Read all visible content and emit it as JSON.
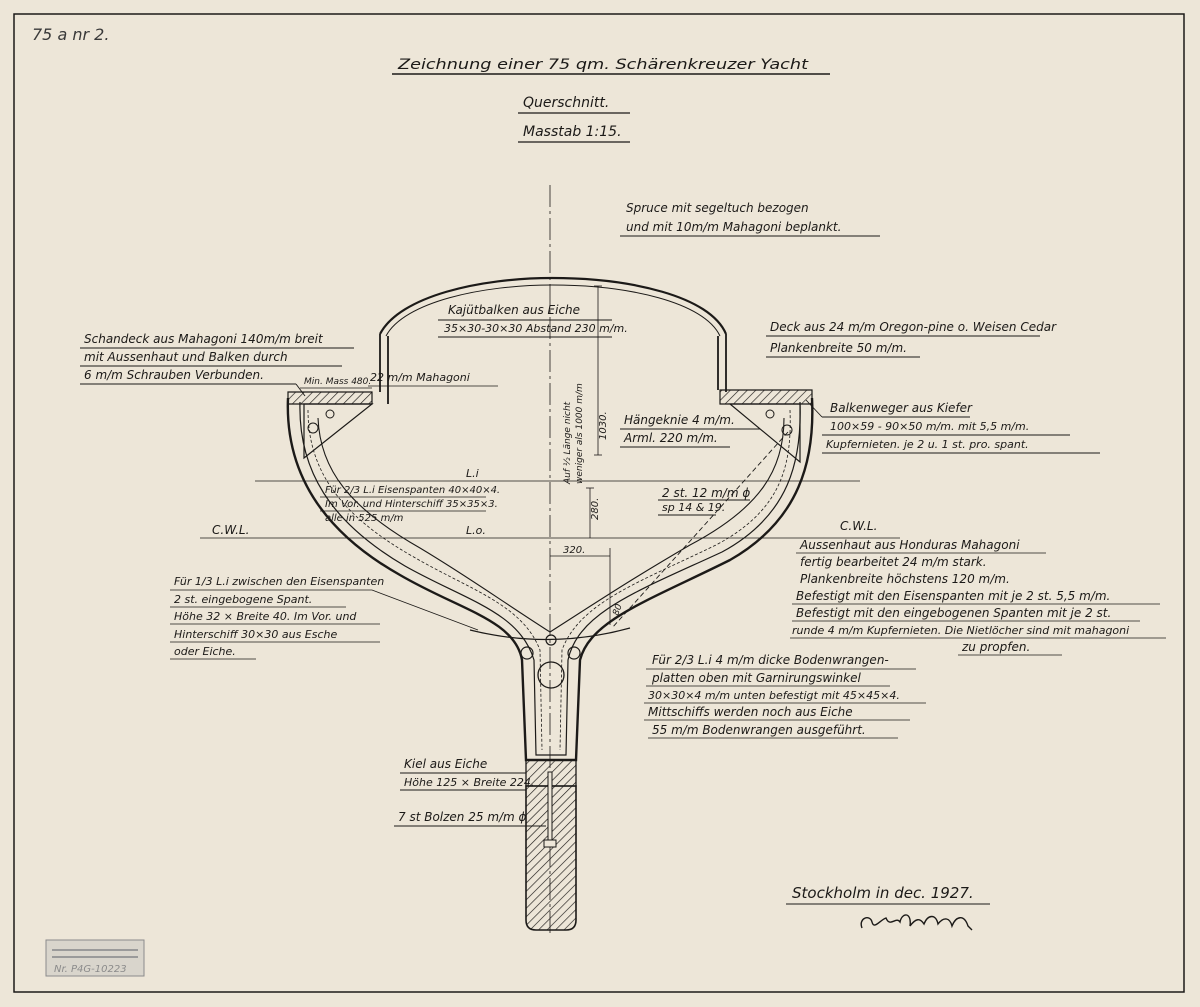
{
  "sheet_number": "75 a nr 2.",
  "title": "Zeichnung einer 75 qm. Schärenkreuzer Yacht",
  "view": "Querschnitt.",
  "scale": "Masstab 1:15.",
  "deck_right": {
    "line1": "Spruce mit segeltuch bezogen",
    "line2": "und mit 10m/m Mahagoni beplankt."
  },
  "cabin_beam": {
    "line1": "Kajütbalken aus Eiche",
    "line2": "35×30-30×30 Abstand 230 m/m."
  },
  "sheer_strake": {
    "line1": "Schandeck aus Mahagoni 140m/m breit",
    "line2": "mit Aussenhaut und Balken durch",
    "line3": "6 m/m Schrauben Verbunden."
  },
  "min_mass": "Min. Mass 480.",
  "mahogany_22": "22 m/m Mahagoni",
  "deck_left": {
    "line1": "Deck aus 24 m/m Oregon-pine o. Weisen Cedar",
    "line2": "Plankenbreite 50 m/m."
  },
  "knee": {
    "line1": "Hängeknie 4 m/m.",
    "line2": "Arml. 220 m/m."
  },
  "beam_shelf": {
    "line1": "Balkenweger aus Kiefer",
    "line2": "100×59 - 90×50 m/m. mit 5,5 m/m.",
    "line3": "Kupfernieten. je 2 u. 1 st. pro. spant."
  },
  "vertical_note": {
    "line1": "Auf ½ Länge nicht",
    "line2": "weniger als 1000 m/m"
  },
  "dimensions": {
    "d1030": "1030.",
    "d280": "280.",
    "d320": "320.",
    "d80": "80"
  },
  "iron_frames": {
    "line1": "Für 2/3 L.i Eisenspanten 40×40×4.",
    "line2": "Im Vor. und Hinterschiff 35×35×3.",
    "line3": "alle in 525 m/m"
  },
  "waterlines": {
    "li": "L.i",
    "lo": "L.o.",
    "cwl_left": "C.W.L.",
    "cwl_right": "C.W.L."
  },
  "bolts_2": {
    "line1": "2 st. 12 m/m ϕ",
    "line2": "sp 14 & 19."
  },
  "planking": {
    "line1": "Aussenhaut aus Honduras Mahagoni",
    "line2": "fertig bearbeitet 24 m/m stark.",
    "line3": "Plankenbreite höchstens 120 m/m.",
    "line4": "Befestigt mit den Eisenspanten mit je 2 st. 5,5 m/m.",
    "line5": "Befestigt mit den eingebogenen Spanten mit je 2 st.",
    "line6": "runde 4 m/m Kupfernieten. Die Nietlöcher sind mit mahagoni",
    "line7": "zu propfen."
  },
  "bent_frames": {
    "line1": "Für 1/3 L.i zwischen den Eisenspanten",
    "line2": "2 st. eingebogene Spant.",
    "line3": "Höhe 32 × Breite 40. Im Vor. und",
    "line4": "Hinterschiff 30×30 aus Esche",
    "line5": "oder Eiche."
  },
  "floors": {
    "line1": "Für 2/3 L.i 4 m/m dicke Bodenwrangen-",
    "line2": "platten oben mit Garnirungswinkel",
    "line3": "30×30×4 m/m unten befestigt mit 45×45×4.",
    "line4": "Mittschiffs werden noch aus Eiche",
    "line5": "55 m/m Bodenwrangen ausgeführt."
  },
  "keel": {
    "line1": "Kiel aus Eiche",
    "line2": "Höhe 125 × Breite 224."
  },
  "keel_bolts": "7 st Bolzen 25 m/m ϕ",
  "place_date": "Stockholm in dec. 1927.",
  "stamp": "Nr. P4G-10223",
  "colors": {
    "paper": "#ede6d8",
    "ink": "#1c1a18"
  }
}
